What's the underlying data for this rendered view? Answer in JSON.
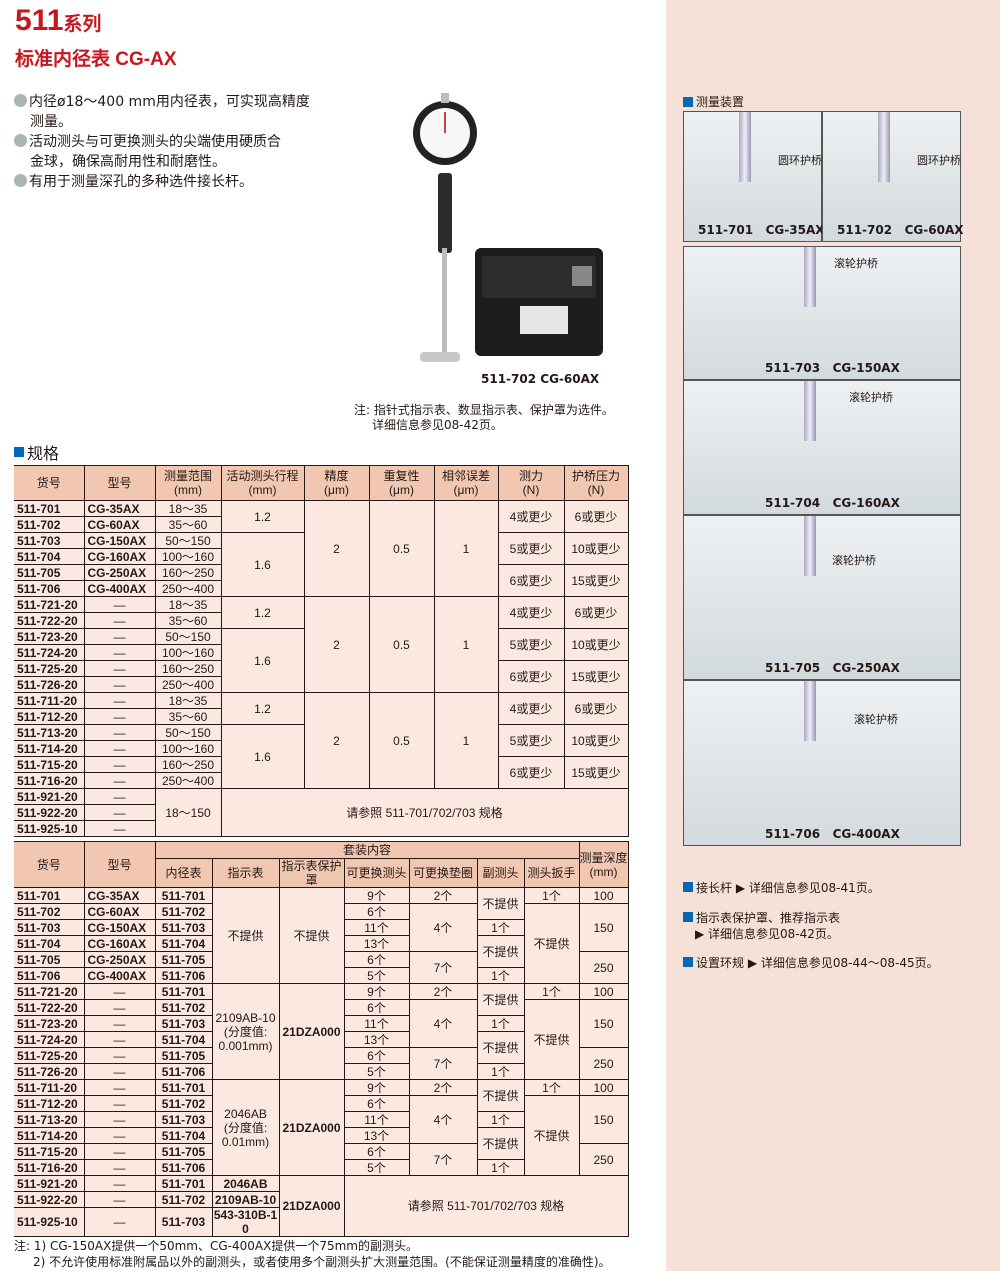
{
  "header": {
    "series_number": "511",
    "series_suffix": "系列",
    "subtitle": "标准内径表 CG-AX"
  },
  "features": [
    {
      "line1": "内径ø18～400 mm用内径表，可实现高精度",
      "line2": "测量。"
    },
    {
      "line1": "活动测头与可更换测头的尖端使用硬质合",
      "line2": "金球，确保高耐用性和耐磨性。"
    },
    {
      "line1": "有用于测量深孔的多种选件接长杆。",
      "line2": ""
    }
  ],
  "product_caption": "511-702   CG-60AX",
  "product_note": {
    "line1": "注: 指针式指示表、数显指示表、保护罩为选件。",
    "line2": "详细信息参见08-42页。"
  },
  "spec_title": "规格",
  "spec_table": {
    "header": [
      "货号",
      "型号",
      "测量范围\n(mm)",
      "活动测头行程\n(mm)",
      "精度\n(μm)",
      "重复性\n(μm)",
      "相邻误差\n(μm)",
      "测力\n(N)",
      "护桥压力\n(N)"
    ],
    "rows": [
      [
        {
          "t": "511-701",
          "c": "b l"
        },
        {
          "t": "CG-35AX",
          "c": "b l"
        },
        "18～35",
        {
          "t": "1.2",
          "rs": 2
        },
        {
          "t": "2",
          "rs": 6
        },
        {
          "t": "0.5",
          "rs": 6
        },
        {
          "t": "1",
          "rs": 6
        },
        {
          "t": "4或更少",
          "rs": 2
        },
        {
          "t": "6或更少",
          "rs": 2
        }
      ],
      [
        {
          "t": "511-702",
          "c": "b l"
        },
        {
          "t": "CG-60AX",
          "c": "b l"
        },
        "35～60"
      ],
      [
        {
          "t": "511-703",
          "c": "b l"
        },
        {
          "t": "CG-150AX",
          "c": "b l"
        },
        "50～150",
        {
          "t": "1.6",
          "rs": 4
        },
        {
          "t": "5或更少",
          "rs": 2
        },
        {
          "t": "10或更少",
          "rs": 2
        }
      ],
      [
        {
          "t": "511-704",
          "c": "b l"
        },
        {
          "t": "CG-160AX",
          "c": "b l"
        },
        "100～160"
      ],
      [
        {
          "t": "511-705",
          "c": "b l"
        },
        {
          "t": "CG-250AX",
          "c": "b l"
        },
        "160～250",
        {
          "t": "6或更少",
          "rs": 2
        },
        {
          "t": "15或更少",
          "rs": 2
        }
      ],
      [
        {
          "t": "511-706",
          "c": "b l"
        },
        {
          "t": "CG-400AX",
          "c": "b l"
        },
        "250～400"
      ],
      [
        {
          "t": "511-721-20",
          "c": "b l"
        },
        "—",
        "18～35",
        {
          "t": "1.2",
          "rs": 2
        },
        {
          "t": "2",
          "rs": 6
        },
        {
          "t": "0.5",
          "rs": 6
        },
        {
          "t": "1",
          "rs": 6
        },
        {
          "t": "4或更少",
          "rs": 2
        },
        {
          "t": "6或更少",
          "rs": 2
        }
      ],
      [
        {
          "t": "511-722-20",
          "c": "b l"
        },
        "—",
        "35～60"
      ],
      [
        {
          "t": "511-723-20",
          "c": "b l"
        },
        "—",
        "50～150",
        {
          "t": "1.6",
          "rs": 4
        },
        {
          "t": "5或更少",
          "rs": 2
        },
        {
          "t": "10或更少",
          "rs": 2
        }
      ],
      [
        {
          "t": "511-724-20",
          "c": "b l"
        },
        "—",
        "100～160"
      ],
      [
        {
          "t": "511-725-20",
          "c": "b l"
        },
        "—",
        "160～250",
        {
          "t": "6或更少",
          "rs": 2
        },
        {
          "t": "15或更少",
          "rs": 2
        }
      ],
      [
        {
          "t": "511-726-20",
          "c": "b l"
        },
        "—",
        "250～400"
      ],
      [
        {
          "t": "511-711-20",
          "c": "b l"
        },
        "—",
        "18～35",
        {
          "t": "1.2",
          "rs": 2
        },
        {
          "t": "2",
          "rs": 6
        },
        {
          "t": "0.5",
          "rs": 6
        },
        {
          "t": "1",
          "rs": 6
        },
        {
          "t": "4或更少",
          "rs": 2
        },
        {
          "t": "6或更少",
          "rs": 2
        }
      ],
      [
        {
          "t": "511-712-20",
          "c": "b l"
        },
        "—",
        "35～60"
      ],
      [
        {
          "t": "511-713-20",
          "c": "b l"
        },
        "—",
        "50～150",
        {
          "t": "1.6",
          "rs": 4
        },
        {
          "t": "5或更少",
          "rs": 2
        },
        {
          "t": "10或更少",
          "rs": 2
        }
      ],
      [
        {
          "t": "511-714-20",
          "c": "b l"
        },
        "—",
        "100～160"
      ],
      [
        {
          "t": "511-715-20",
          "c": "b l"
        },
        "—",
        "160～250",
        {
          "t": "6或更少",
          "rs": 2
        },
        {
          "t": "15或更少",
          "rs": 2
        }
      ],
      [
        {
          "t": "511-716-20",
          "c": "b l"
        },
        "—",
        "250～400"
      ],
      [
        {
          "t": "511-921-20",
          "c": "b l"
        },
        "—",
        {
          "t": "18～150",
          "rs": 3
        },
        {
          "t": "请参照 511-701/702/703 规格",
          "rs": 3,
          "cs": 6
        }
      ],
      [
        {
          "t": "511-922-20",
          "c": "b l"
        },
        "—"
      ],
      [
        {
          "t": "511-925-10",
          "c": "b l"
        },
        "—"
      ]
    ]
  },
  "set_table": {
    "header_top": [
      {
        "t": "货号",
        "rs": 2
      },
      {
        "t": "型号",
        "rs": 2
      },
      {
        "t": "套装内容",
        "cs": 7
      },
      {
        "t": "测量深度\n(mm)",
        "rs": 2
      }
    ],
    "header_sub": [
      "内径表",
      "指示表",
      "指示表保护罩",
      "可更换测头",
      "可更换垫圈",
      "副测头",
      "测头扳手"
    ],
    "rows": [
      [
        {
          "t": "511-701",
          "c": "b l"
        },
        {
          "t": "CG-35AX",
          "c": "b l"
        },
        {
          "t": "511-701",
          "c": "b"
        },
        {
          "t": "不提供",
          "rs": 6
        },
        {
          "t": "不提供",
          "rs": 6
        },
        "9个",
        "2个",
        {
          "t": "不提供",
          "rs": 2
        },
        "1个",
        "100"
      ],
      [
        {
          "t": "511-702",
          "c": "b l"
        },
        {
          "t": "CG-60AX",
          "c": "b l"
        },
        {
          "t": "511-702",
          "c": "b"
        },
        "6个",
        {
          "t": "4个",
          "rs": 3
        },
        {
          "t": "不提供",
          "rs": 5
        },
        {
          "t": "150",
          "rs": 3
        }
      ],
      [
        {
          "t": "511-703",
          "c": "b l"
        },
        {
          "t": "CG-150AX",
          "c": "b l"
        },
        {
          "t": "511-703",
          "c": "b"
        },
        "11个",
        "1个"
      ],
      [
        {
          "t": "511-704",
          "c": "b l"
        },
        {
          "t": "CG-160AX",
          "c": "b l"
        },
        {
          "t": "511-704",
          "c": "b"
        },
        "13个",
        {
          "t": "不提供",
          "rs": 2
        }
      ],
      [
        {
          "t": "511-705",
          "c": "b l"
        },
        {
          "t": "CG-250AX",
          "c": "b l"
        },
        {
          "t": "511-705",
          "c": "b"
        },
        "6个",
        {
          "t": "7个",
          "rs": 2
        },
        {
          "t": "250",
          "rs": 2
        }
      ],
      [
        {
          "t": "511-706",
          "c": "b l"
        },
        {
          "t": "CG-400AX",
          "c": "b l"
        },
        {
          "t": "511-706",
          "c": "b"
        },
        "5个",
        "1个"
      ],
      [
        {
          "t": "511-721-20",
          "c": "b l"
        },
        "—",
        {
          "t": "511-701",
          "c": "b"
        },
        {
          "t": "2109AB-10\n(分度值:\n0.001mm)",
          "rs": 6
        },
        {
          "t": "21DZA000",
          "rs": 6,
          "c": "b"
        },
        "9个",
        "2个",
        {
          "t": "不提供",
          "rs": 2
        },
        "1个",
        "100"
      ],
      [
        {
          "t": "511-722-20",
          "c": "b l"
        },
        "—",
        {
          "t": "511-702",
          "c": "b"
        },
        "6个",
        {
          "t": "4个",
          "rs": 3
        },
        {
          "t": "不提供",
          "rs": 5
        },
        {
          "t": "150",
          "rs": 3
        }
      ],
      [
        {
          "t": "511-723-20",
          "c": "b l"
        },
        "—",
        {
          "t": "511-703",
          "c": "b"
        },
        "11个",
        "1个"
      ],
      [
        {
          "t": "511-724-20",
          "c": "b l"
        },
        "—",
        {
          "t": "511-704",
          "c": "b"
        },
        "13个",
        {
          "t": "不提供",
          "rs": 2
        }
      ],
      [
        {
          "t": "511-725-20",
          "c": "b l"
        },
        "—",
        {
          "t": "511-705",
          "c": "b"
        },
        "6个",
        {
          "t": "7个",
          "rs": 2
        },
        {
          "t": "250",
          "rs": 2
        }
      ],
      [
        {
          "t": "511-726-20",
          "c": "b l"
        },
        "—",
        {
          "t": "511-706",
          "c": "b"
        },
        "5个",
        "1个"
      ],
      [
        {
          "t": "511-711-20",
          "c": "b l"
        },
        "—",
        {
          "t": "511-701",
          "c": "b"
        },
        {
          "t": "2046AB\n(分度值:\n0.01mm)",
          "rs": 6
        },
        {
          "t": "21DZA000",
          "rs": 6,
          "c": "b"
        },
        "9个",
        "2个",
        {
          "t": "不提供",
          "rs": 2
        },
        "1个",
        "100"
      ],
      [
        {
          "t": "511-712-20",
          "c": "b l"
        },
        "—",
        {
          "t": "511-702",
          "c": "b"
        },
        "6个",
        {
          "t": "4个",
          "rs": 3
        },
        {
          "t": "不提供",
          "rs": 5
        },
        {
          "t": "150",
          "rs": 3
        }
      ],
      [
        {
          "t": "511-713-20",
          "c": "b l"
        },
        "—",
        {
          "t": "511-703",
          "c": "b"
        },
        "11个",
        "1个"
      ],
      [
        {
          "t": "511-714-20",
          "c": "b l"
        },
        "—",
        {
          "t": "511-704",
          "c": "b"
        },
        "13个",
        {
          "t": "不提供",
          "rs": 2
        }
      ],
      [
        {
          "t": "511-715-20",
          "c": "b l"
        },
        "—",
        {
          "t": "511-705",
          "c": "b"
        },
        "6个",
        {
          "t": "7个",
          "rs": 2
        },
        {
          "t": "250",
          "rs": 2
        }
      ],
      [
        {
          "t": "511-716-20",
          "c": "b l"
        },
        "—",
        {
          "t": "511-706",
          "c": "b"
        },
        "5个",
        "1个"
      ],
      [
        {
          "t": "511-921-20",
          "c": "b l"
        },
        "—",
        {
          "t": "511-701",
          "c": "b"
        },
        {
          "t": "2046AB",
          "c": "b"
        },
        {
          "t": "21DZA000",
          "rs": 3,
          "c": "b"
        },
        {
          "t": "请参照 511-701/702/703 规格",
          "rs": 3,
          "cs": 5
        }
      ],
      [
        {
          "t": "511-922-20",
          "c": "b l"
        },
        "—",
        {
          "t": "511-702",
          "c": "b"
        },
        {
          "t": "2109AB-10",
          "c": "b"
        }
      ],
      [
        {
          "t": "511-925-10",
          "c": "b l"
        },
        "—",
        {
          "t": "511-703",
          "c": "b"
        },
        {
          "t": "543-310B-10",
          "c": "b"
        }
      ]
    ]
  },
  "footnotes": [
    "注: 1) CG-150AX提供一个50mm、CG-400AX提供一个75mm的副测头。",
    "2) 不允许使用标准附属品以外的副测头，或者使用多个副测头扩大测量范围。(不能保证测量精度的准确性)。"
  ],
  "measure_panel": {
    "title": "测量装置",
    "items": [
      {
        "label": "511-701   CG-35AX",
        "annotation": "圆环护桥"
      },
      {
        "label": "511-702   CG-60AX",
        "annotation": "圆环护桥"
      },
      {
        "label": "511-703   CG-150AX",
        "annotation": "滚轮护桥"
      },
      {
        "label": "511-704   CG-160AX",
        "annotation": "滚轮护桥"
      },
      {
        "label": "511-705   CG-250AX",
        "annotation": "滚轮护桥"
      },
      {
        "label": "511-706   CG-400AX",
        "annotation": "滚轮护桥"
      }
    ]
  },
  "side_notes": [
    {
      "title": "接长杆",
      "detail": "▶ 详细信息参见08-41页。"
    },
    {
      "title": "指示表保护罩、推荐指示表",
      "detail": "▶ 详细信息参见08-42页。"
    },
    {
      "title": "设置环规",
      "detail": "▶ 详细信息参见08-44～08-45页。"
    }
  ],
  "colors": {
    "brand_red": "#c8161e",
    "accent_blue": "#0068b7",
    "header_fill": "#f1c7b2",
    "cell_fill": "#fbe9e1"
  }
}
